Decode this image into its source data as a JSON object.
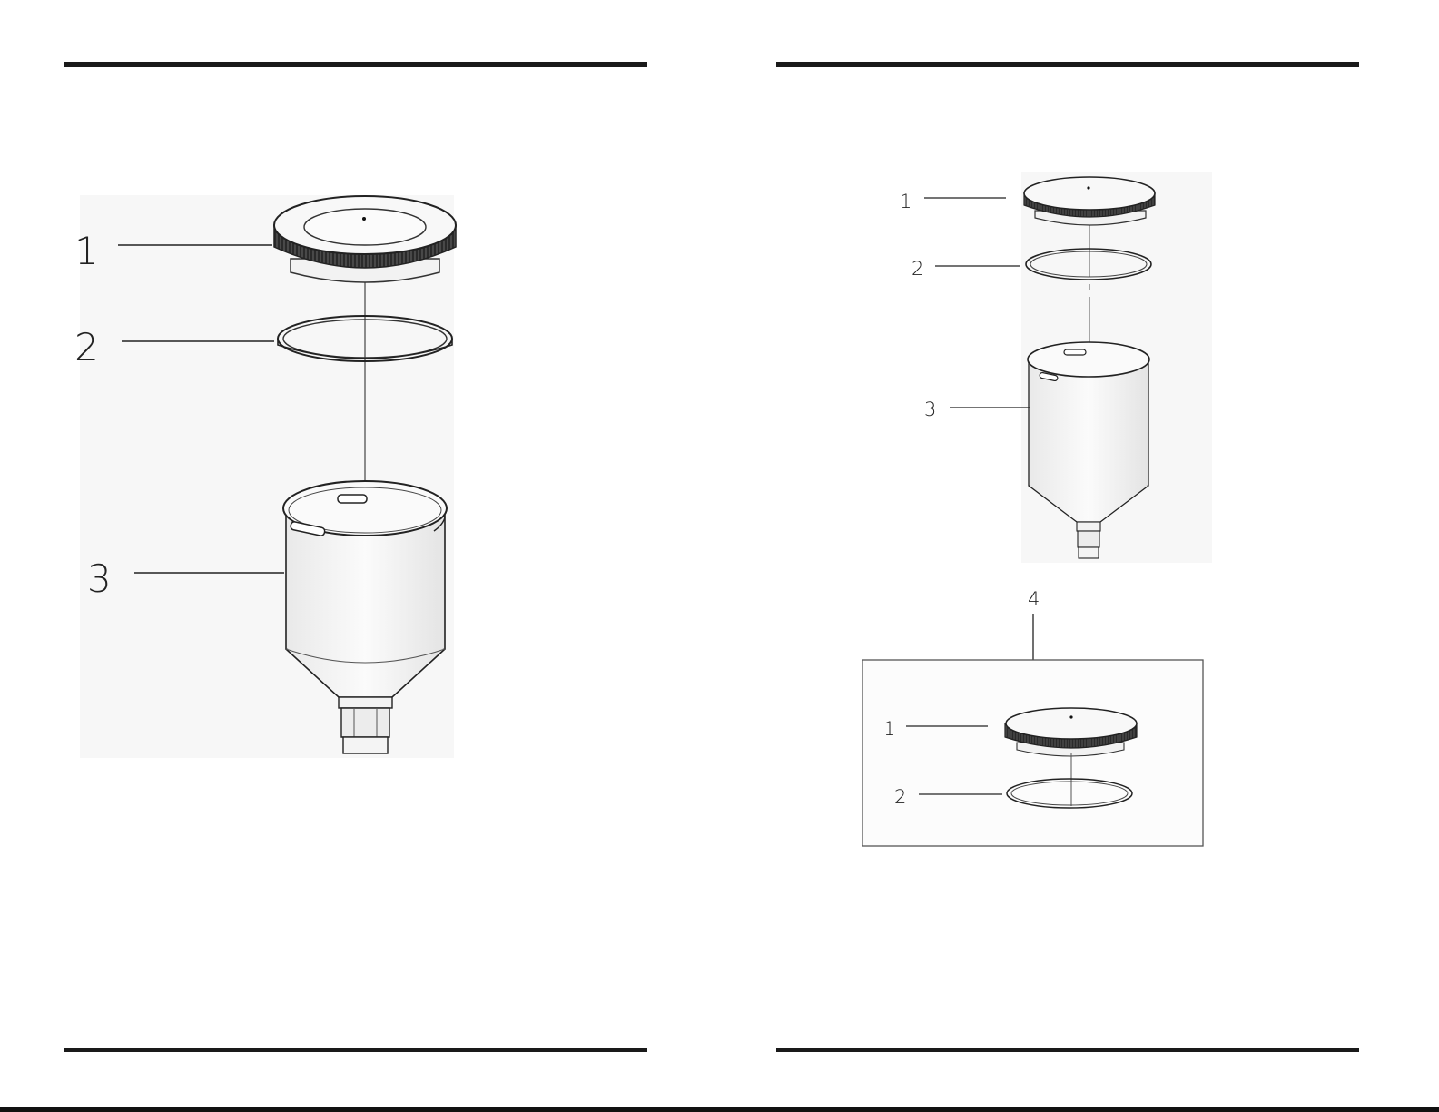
{
  "left_page": {
    "callouts": [
      "1",
      "2",
      "3"
    ]
  },
  "right_page": {
    "callouts": [
      "1",
      "2",
      "3"
    ],
    "kit": {
      "label": "4",
      "callouts": [
        "1",
        "2"
      ]
    }
  },
  "colors": {
    "rule": "#1a1a1a",
    "line": "#222222",
    "shade": "#f4f4f4",
    "knurl": "#2a2a2a"
  }
}
